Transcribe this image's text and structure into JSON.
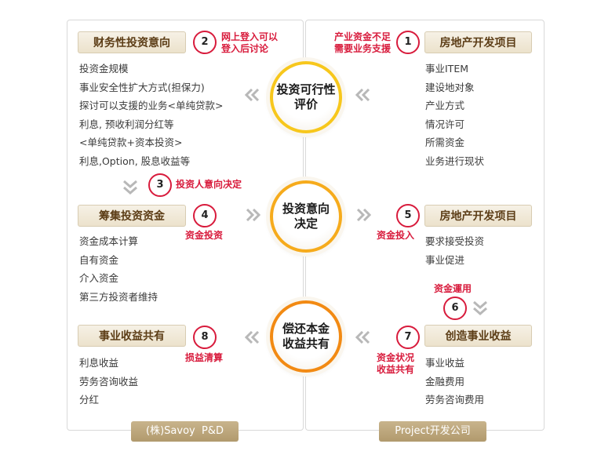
{
  "center": {
    "feasibility": "投资可行性\n评价",
    "decision": "投资意向\n决定",
    "repayment": "偿还本金\n收益共有"
  },
  "left": {
    "box1": {
      "title": "财务性投资意向",
      "items": [
        "投资金规模",
        "事业安全性扩大方式(担保力)",
        "探讨可以支援的业务<单纯贷款>",
        "利息, 预收利润分红等",
        "<单纯贷款+资本投资>",
        "利息,Option, 股息收益等"
      ]
    },
    "box2": {
      "title": "筹集投资资金",
      "items": [
        "资金成本计算",
        "自有资金",
        "介入资金",
        "第三方投资者维持"
      ]
    },
    "box3": {
      "title": "事业收益共有",
      "items": [
        "利息收益",
        "劳务咨询收益",
        "分红"
      ]
    },
    "footer": "(株)Savoy  P&D"
  },
  "right": {
    "box1": {
      "title": "房地产开发项目",
      "items": [
        "事业ITEM",
        "建设地对象",
        "产业方式",
        "情况许可",
        "所需资金",
        "业务进行现状"
      ]
    },
    "box2": {
      "title": "房地产开发项目",
      "items": [
        "要求接受投资",
        "事业促进"
      ]
    },
    "box3": {
      "title": "创造事业收益",
      "items": [
        "事业收益",
        "金融费用",
        "劳务咨询费用"
      ]
    },
    "footer": "Project开发公司"
  },
  "steps": {
    "s1": {
      "num": "1",
      "note": "产业资金不足\n需要业务支援"
    },
    "s2": {
      "num": "2",
      "note": "网上登入可以\n登入后讨论"
    },
    "s3": {
      "num": "3",
      "note": "投资人意向决定"
    },
    "s4": {
      "num": "4",
      "note": "资金投资"
    },
    "s5": {
      "num": "5",
      "note": "资金投入"
    },
    "s6": {
      "num": "6",
      "note": "资金運用"
    },
    "s7": {
      "num": "7",
      "note": "资金状况\n收益共有"
    },
    "s8": {
      "num": "8",
      "note": "损益清算"
    }
  },
  "colors": {
    "accent_red": "#d81b3c",
    "head_text": "#5c3d16",
    "ring_yellow": "#f7c71c",
    "ring_amber": "#f6ab1c",
    "ring_orange": "#f28a13",
    "footer_bg": "#b19a6d",
    "chevron": "#b8b8b8"
  }
}
